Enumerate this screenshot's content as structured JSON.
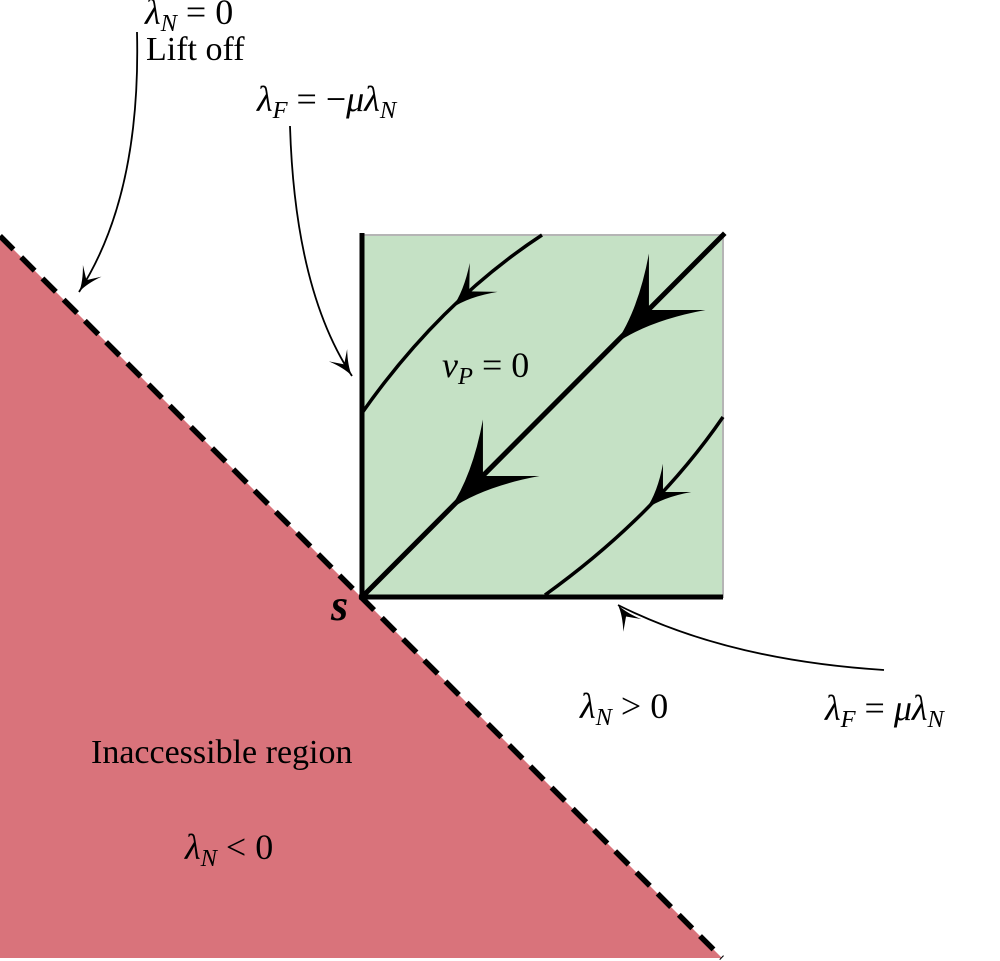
{
  "colors": {
    "inaccessible_fill": "#d9737b",
    "stick_fill": "#c5e1c5",
    "square_border": "#b5b5b5",
    "ink": "#000000"
  },
  "labels": {
    "liftoff_condition": {
      "i1": "λ",
      "sub1": "N",
      "r": " = 0"
    },
    "liftoff_text": {
      "r": "Lift off"
    },
    "neg_cone": {
      "i1": "λ",
      "sub1": "F",
      "r": " = −",
      "i2": "μλ",
      "sub2": "N"
    },
    "vp_zero": {
      "i1": "v",
      "sub1": "P",
      "r": " = 0"
    },
    "lambda_n_pos": {
      "i1": "λ",
      "sub1": "N",
      "r": " > 0"
    },
    "pos_cone": {
      "i1": "λ",
      "sub1": "F",
      "r": " = ",
      "i2": "μλ",
      "sub2": "N"
    },
    "inaccessible_region": {
      "r": "Inaccessible region"
    },
    "lambda_n_neg": {
      "i1": "λ",
      "sub1": "N",
      "r": " < 0"
    },
    "s_point": {
      "i1": "s"
    }
  }
}
